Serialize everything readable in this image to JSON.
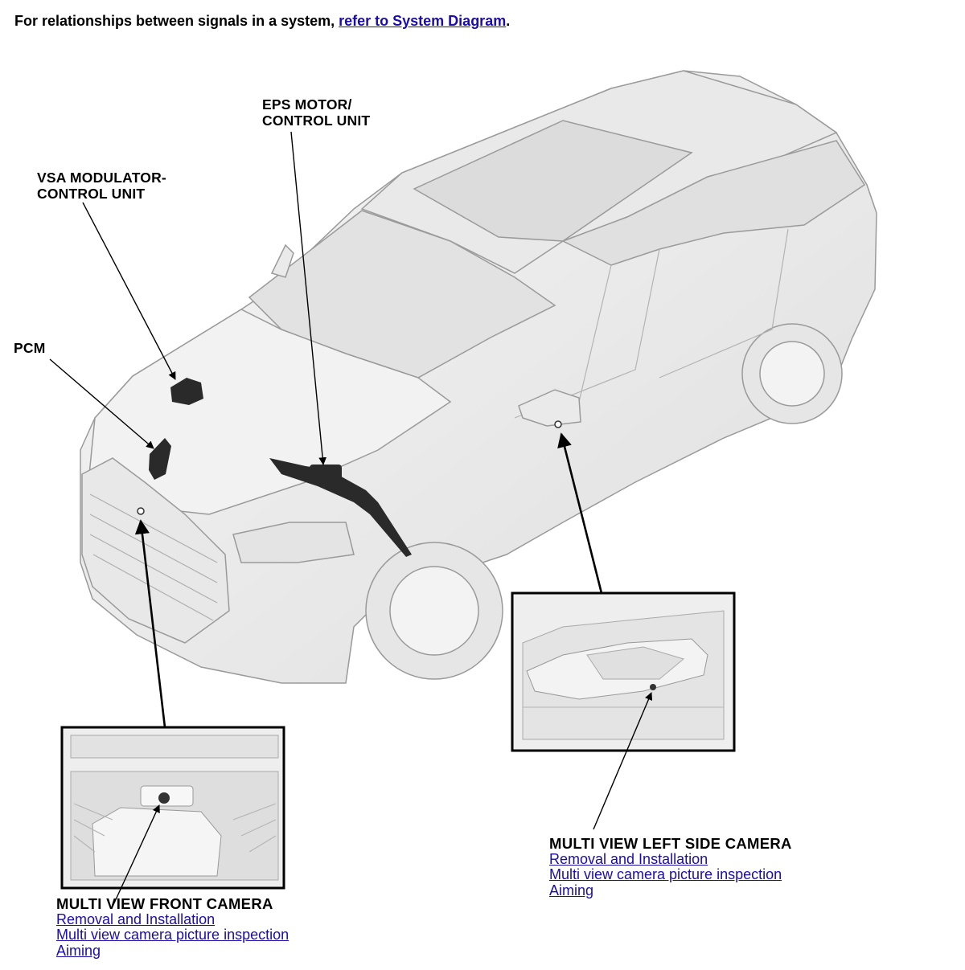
{
  "intro": {
    "text": "For relationships between signals in a system, ",
    "link_label": "refer to System Diagram",
    "suffix": "."
  },
  "callouts": {
    "eps": [
      "EPS MOTOR/",
      "CONTROL UNIT"
    ],
    "vsa": [
      "VSA MODULATOR-",
      "CONTROL UNIT"
    ],
    "pcm": "PCM"
  },
  "front_camera": {
    "title": "MULTI VIEW FRONT CAMERA",
    "links": [
      "Removal and Installation",
      "Multi view camera picture inspection",
      "Aiming"
    ]
  },
  "left_camera": {
    "title": "MULTI VIEW LEFT SIDE CAMERA",
    "links": [
      "Removal and Installation",
      "Multi view camera picture inspection",
      "Aiming"
    ]
  },
  "colors": {
    "link": "#1a0dab",
    "component": "#2a2a2a",
    "body_fill": "#eeeeee",
    "outline": "#9a9a9a"
  }
}
